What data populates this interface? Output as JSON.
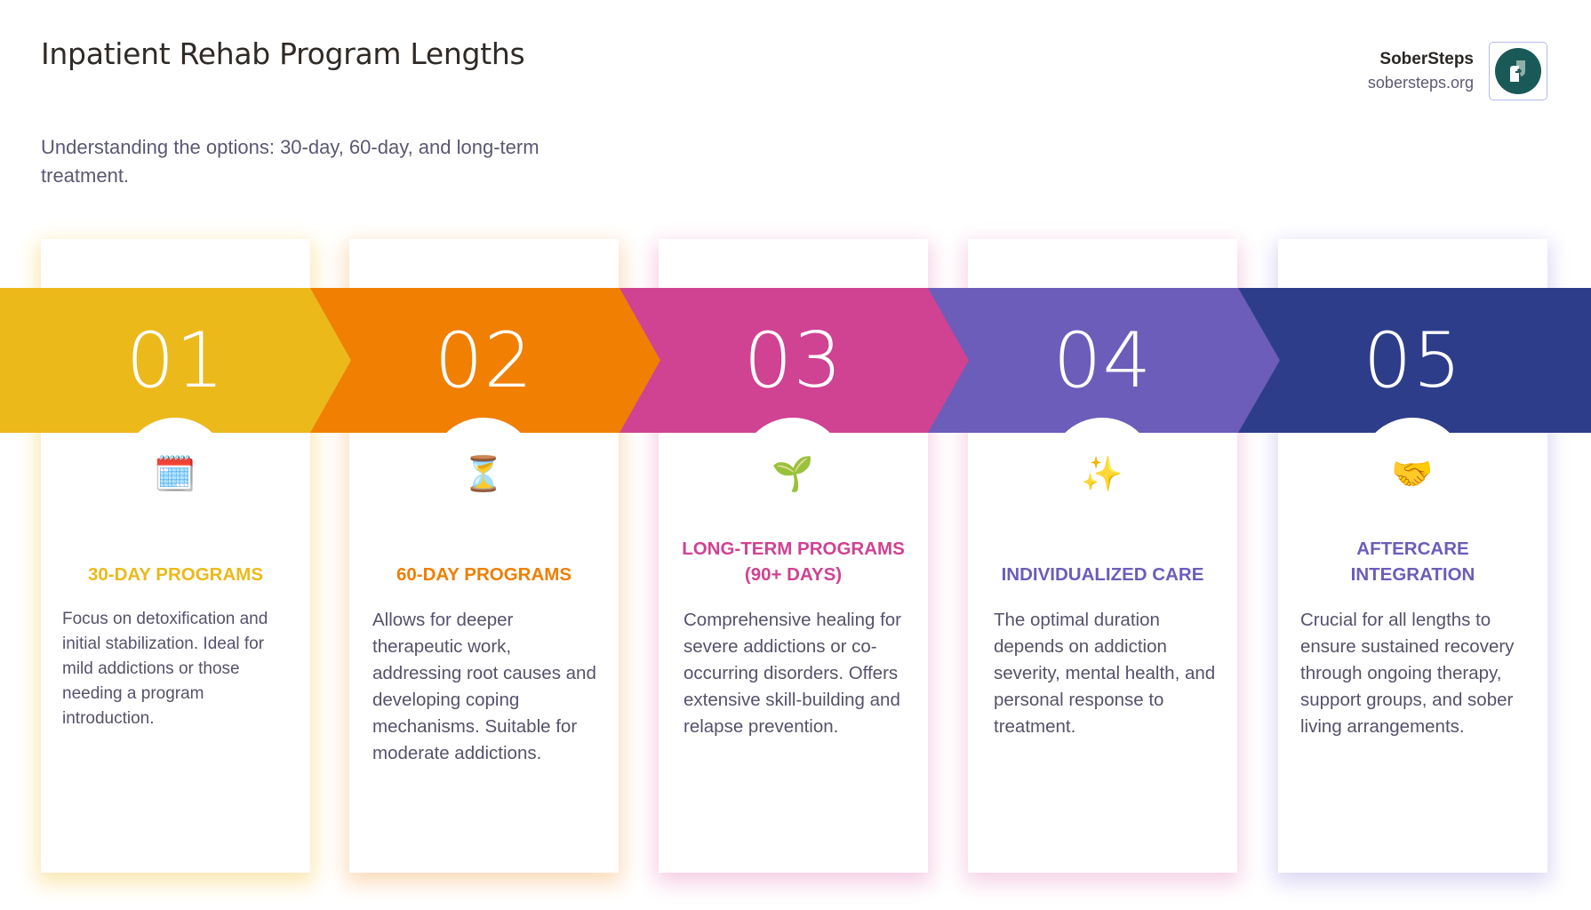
{
  "header": {
    "title": "Inpatient Rehab Program Lengths",
    "subtitle": "Understanding the options: 30-day, 60-day, and long-term treatment."
  },
  "brand": {
    "name": "SoberSteps",
    "url": "sobersteps.org",
    "logo_icon": "sobersteps-logo-icon",
    "logo_color": "#195a58"
  },
  "steps": [
    {
      "number": "01",
      "color": "#ebb91a",
      "shadow": "#fbe7b0",
      "icon": "calendar-icon",
      "icon_glyph": "🗓️",
      "title": "30-DAY PROGRAMS",
      "body": "Focus on detoxification and initial stabilization. Ideal for mild addictions or those needing a program introduction."
    },
    {
      "number": "02",
      "color": "#f07f02",
      "shadow": "#fcdcbc",
      "icon": "hourglass-icon",
      "icon_glyph": "⏳",
      "title": "60-DAY PROGRAMS",
      "body": "Allows for deeper therapeutic work, addressing root causes and developing coping mechanisms. Suitable for moderate addictions."
    },
    {
      "number": "03",
      "color": "#d04292",
      "shadow": "#f6cfe4",
      "icon": "seedling-icon",
      "icon_glyph": "🌱",
      "title": "LONG-TERM PROGRAMS (90+ DAYS)",
      "body": "Comprehensive healing for severe addictions or co-occurring disorders. Offers extensive skill-building and relapse prevention."
    },
    {
      "number": "04",
      "color": "#6c5dba",
      "shadow": "#f5d3e6",
      "title_color": "#6c5dba",
      "icon": "sparkles-icon",
      "icon_glyph": "✨",
      "title": "INDIVIDUALIZED CARE",
      "body": "The optimal duration depends on addiction severity, mental health, and personal response to treatment."
    },
    {
      "number": "05",
      "color": "#2e3d8a",
      "shadow": "#dcd8f4",
      "title_color": "#6c5dba",
      "icon": "handshake-icon",
      "icon_glyph": "🤝",
      "title": "AFTERCARE INTEGRATION",
      "body": "Crucial for all lengths to ensure sustained recovery through ongoing therapy, support groups, and sober living arrangements."
    }
  ]
}
